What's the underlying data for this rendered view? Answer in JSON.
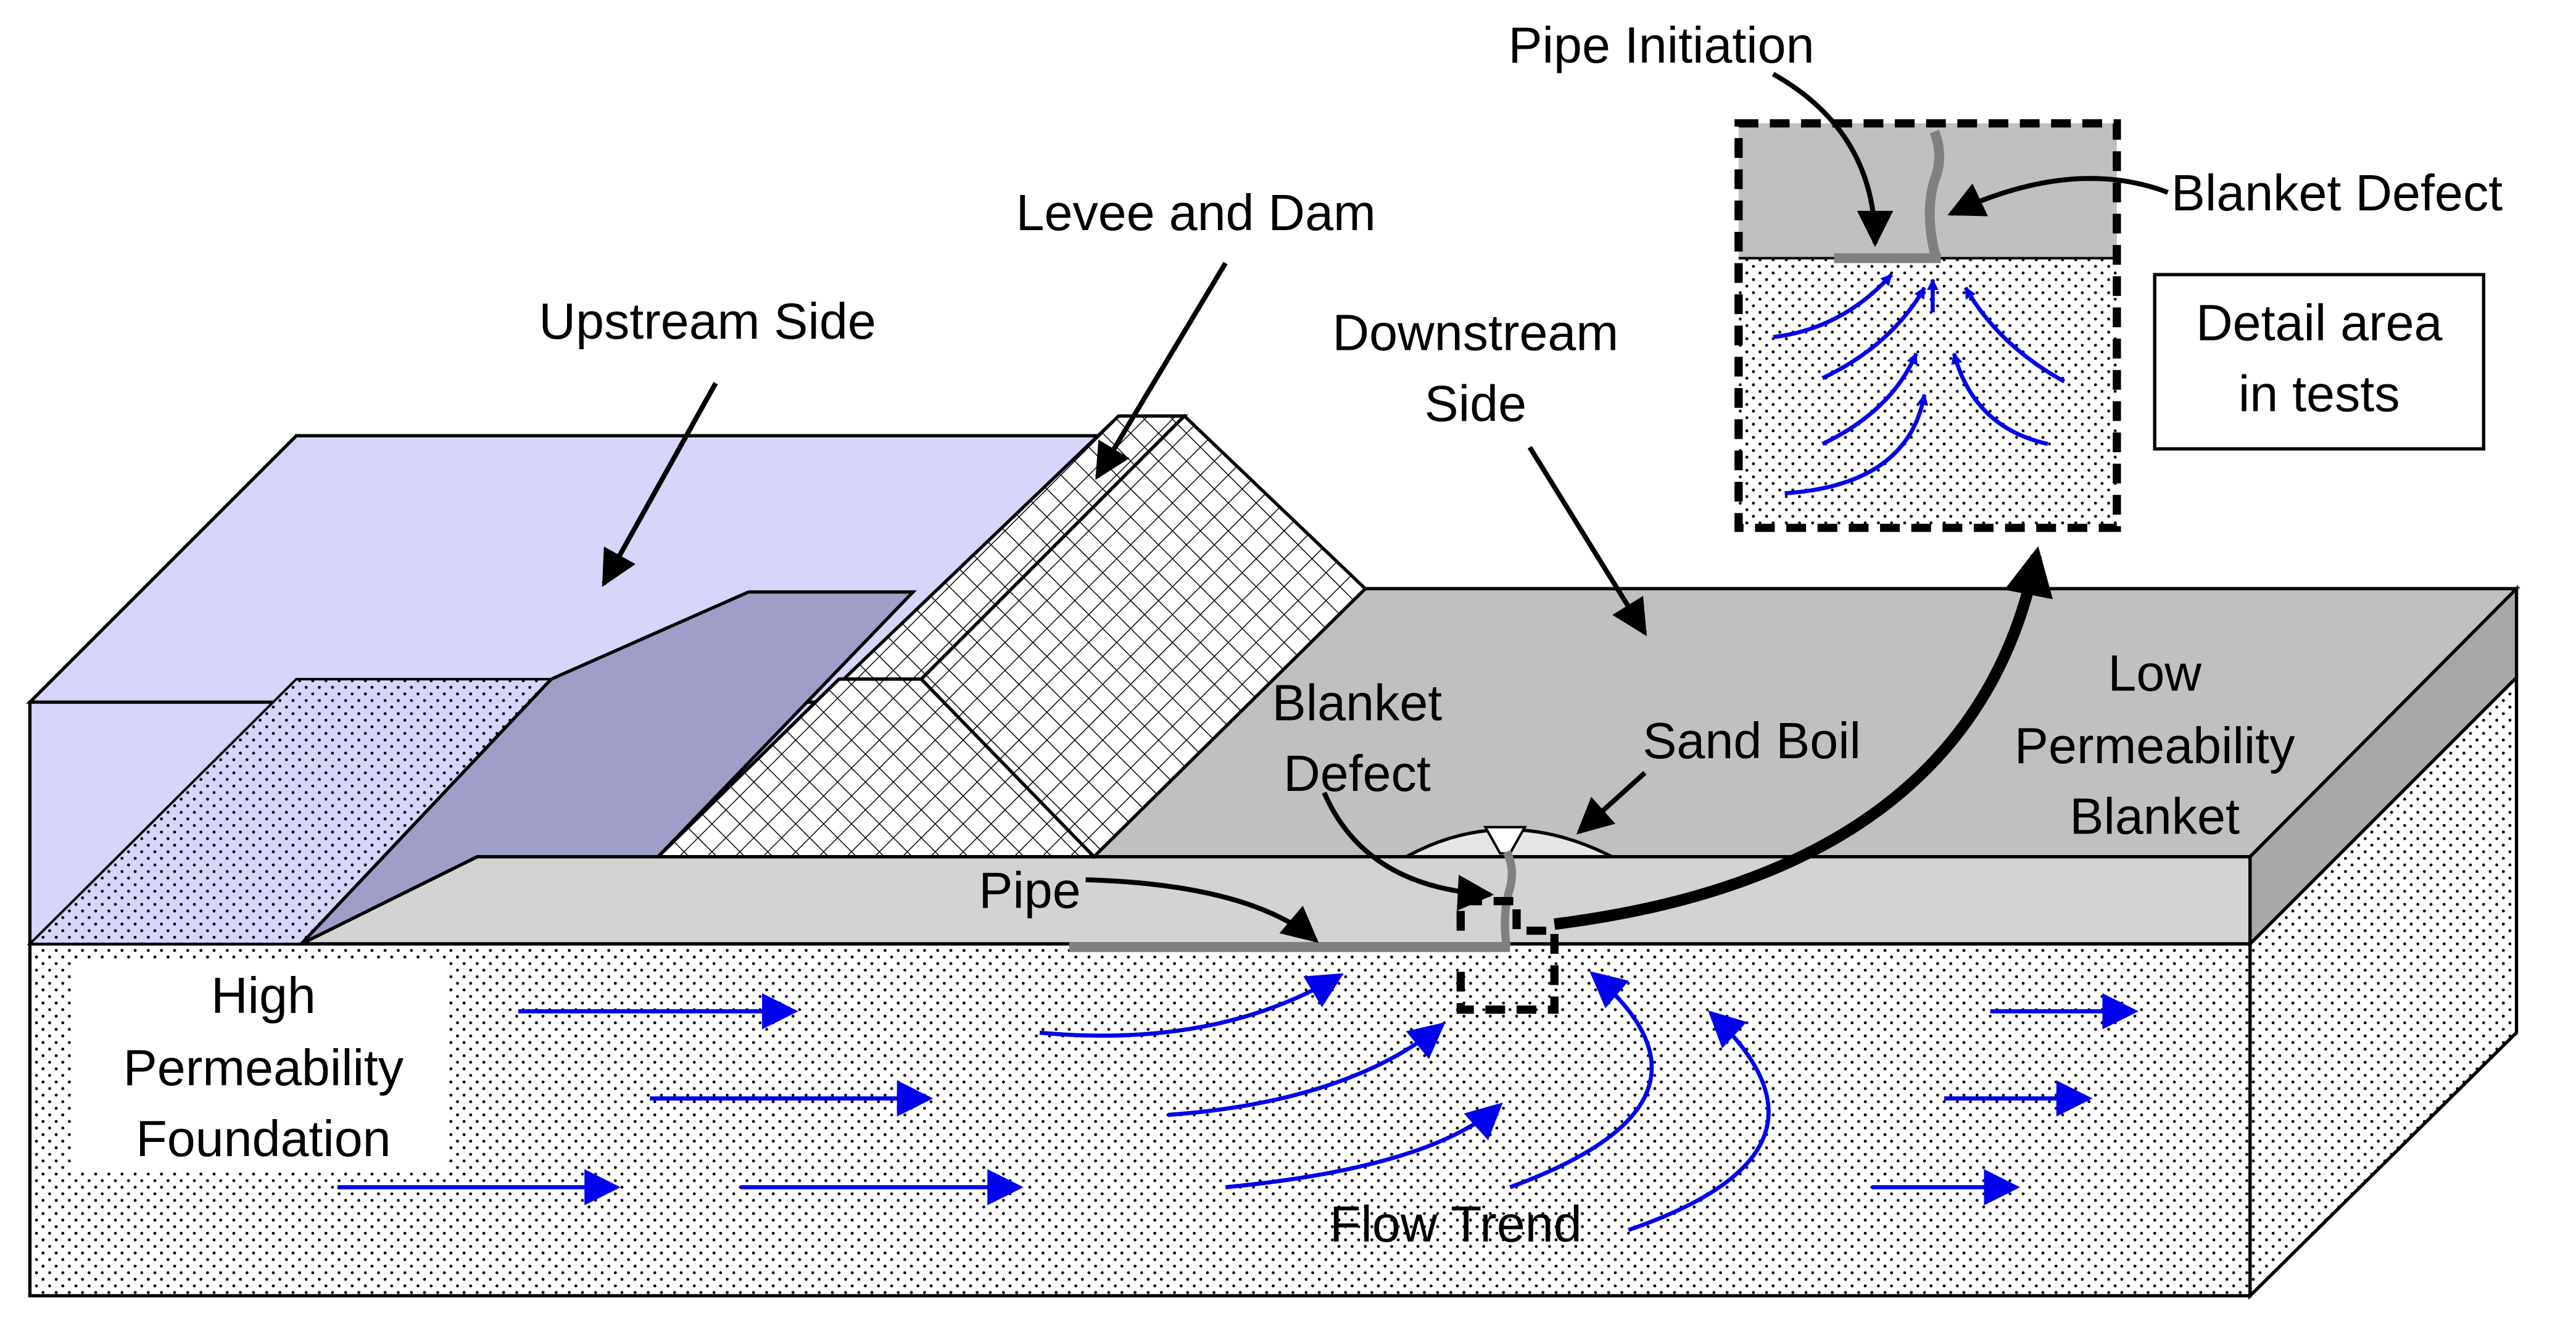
{
  "labels": {
    "pipe_initiation": "Pipe Initiation",
    "blanket_defect_detail": "Blanket Defect",
    "levee_and_dam": "Levee and Dam",
    "upstream_side": "Upstream Side",
    "downstream_side_1": "Downstream",
    "downstream_side_2": "Side",
    "detail_area_1": "Detail area",
    "detail_area_2": "in tests",
    "low_perm_1": "Low",
    "low_perm_2": "Permeability",
    "low_perm_3": "Blanket",
    "blanket_defect_1": "Blanket",
    "blanket_defect_2": "Defect",
    "sand_boil": "Sand Boil",
    "pipe": "Pipe",
    "high_perm_1": "High",
    "high_perm_2": "Permeability",
    "high_perm_3": "Foundation",
    "flow_trend": "Flow Trend"
  },
  "colors": {
    "water": "#d6d6fa",
    "water_dark": "#9e9ec8",
    "blanket_top": "#c0c0c0",
    "blanket_front": "#d3d3d3",
    "blanket_side": "#a8a8a8",
    "pipe": "#808080",
    "flow_arrow": "#0000ee",
    "outline": "#000000"
  }
}
